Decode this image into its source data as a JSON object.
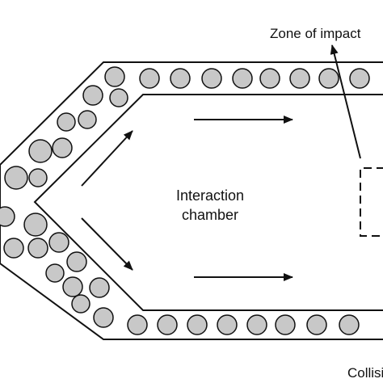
{
  "labels": {
    "zone_of_impact": "Zone of impact",
    "chamber_line1": "Interaction",
    "chamber_line2": "chamber",
    "collision": "Collision"
  },
  "colors": {
    "particle_fill": "#c8c8c8",
    "stroke": "#111111",
    "background": "#ffffff"
  },
  "flow_arrows": [
    "diagonal-up-right",
    "diagonal-down-right",
    "right-top",
    "right-bottom"
  ]
}
